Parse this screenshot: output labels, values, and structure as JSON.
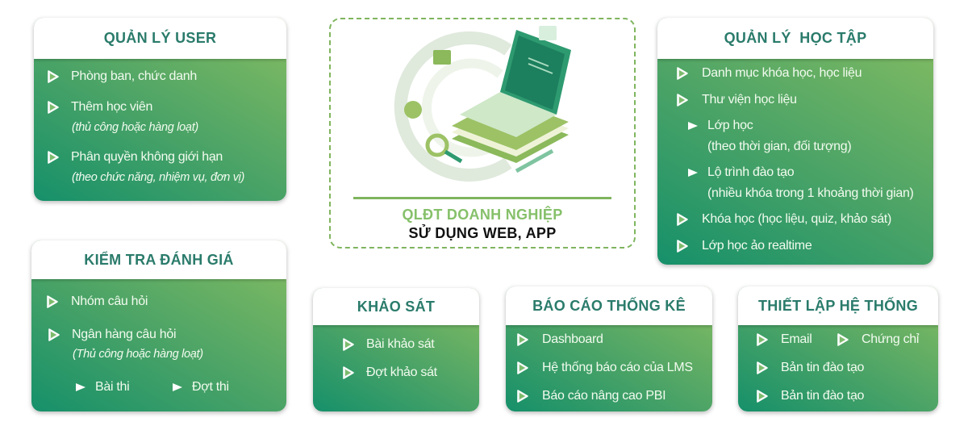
{
  "center": {
    "line1": "QLĐT DOANH NGHIỆP",
    "line2": "SỬ DỤNG WEB, APP"
  },
  "user": {
    "title": "QUẢN LÝ USER",
    "items": [
      {
        "text": "Phòng ban, chức danh"
      },
      {
        "text": "Thêm học viên",
        "sub": "(thủ công hoặc hàng loạt)"
      },
      {
        "text": "Phân quyền không giới hạn",
        "sub": "(theo chức năng, nhiệm vụ, đơn vị)"
      }
    ]
  },
  "learning": {
    "title": "QUẢN LÝ  HỌC TẬP",
    "items": [
      {
        "text": "Danh mục khóa học, học liệu"
      },
      {
        "text": "Thư viện học liệu"
      },
      {
        "text": "Lớp học",
        "sub": "(theo thời gian, đối tượng)"
      },
      {
        "text": "Lộ trình đào tạo",
        "sub": "(nhiều khóa trong 1 khoảng thời gian)"
      },
      {
        "text": "Khóa học (học liệu, quiz, khảo sát)"
      },
      {
        "text": "Lớp học ảo realtime"
      }
    ]
  },
  "exam": {
    "title": "KIỂM TRA ĐÁNH GIÁ",
    "items": [
      {
        "text": "Nhóm câu hỏi"
      },
      {
        "text": "Ngân hàng câu hỏi",
        "sub": "(Thủ công hoặc hàng loạt)"
      },
      {
        "text": "Bài thi"
      },
      {
        "text": "Đợt thi"
      }
    ]
  },
  "survey": {
    "title": "KHẢO SÁT",
    "items": [
      {
        "text": "Bài khảo sát"
      },
      {
        "text": "Đợt khảo sát"
      }
    ]
  },
  "report": {
    "title": "BÁO CÁO THỐNG KÊ",
    "items": [
      {
        "text": "Dashboard"
      },
      {
        "text": "Hệ thống báo cáo của LMS"
      },
      {
        "text": "Báo cáo nâng cao PBI"
      }
    ]
  },
  "settings": {
    "title": "THIẾT LẬP HỆ THỐNG",
    "items": [
      {
        "text": "Email"
      },
      {
        "text": "Chứng chỉ"
      },
      {
        "text": "Bản tin đào tạo"
      },
      {
        "text": "Bản tin đào tạo"
      }
    ]
  },
  "colors": {
    "title": "#2a7b6b",
    "green_dark": "#16906a",
    "green_light": "#86bd62",
    "dashed_border": "#7fb55e"
  },
  "icons": {
    "bullet": "play-outline-icon",
    "sub_bullet": "play-solid-icon"
  }
}
